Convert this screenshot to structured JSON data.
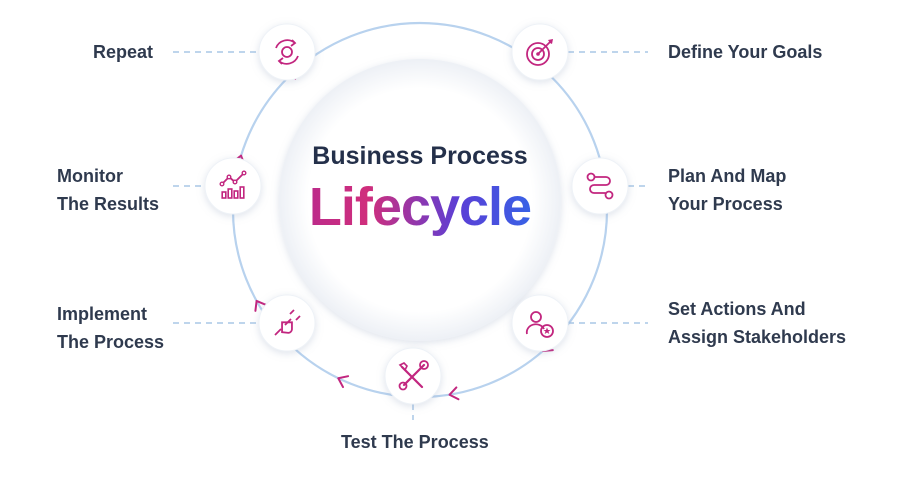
{
  "title": {
    "line1": "Business Process",
    "line2": "Lifecycle"
  },
  "colors": {
    "ring": "#b8d2ee",
    "accent": "#c2267f",
    "text": "#2f3a4e",
    "dash": "#a9c7e6"
  },
  "steps": [
    {
      "label_lines": [
        "Define Your Goals"
      ],
      "icon": "target-icon"
    },
    {
      "label_lines": [
        "Plan And Map",
        "Your Process"
      ],
      "icon": "route-map-icon"
    },
    {
      "label_lines": [
        "Set Actions And",
        "Assign Stakeholders"
      ],
      "icon": "user-star-icon"
    },
    {
      "label_lines": [
        "Test The Process"
      ],
      "icon": "wrench-screwdriver-icon"
    },
    {
      "label_lines": [
        "Implement",
        "The Process"
      ],
      "icon": "plug-icon"
    },
    {
      "label_lines": [
        "Monitor",
        "The Results"
      ],
      "icon": "chart-icon"
    },
    {
      "label_lines": [
        "Repeat"
      ],
      "icon": "refresh-gear-icon"
    }
  ]
}
